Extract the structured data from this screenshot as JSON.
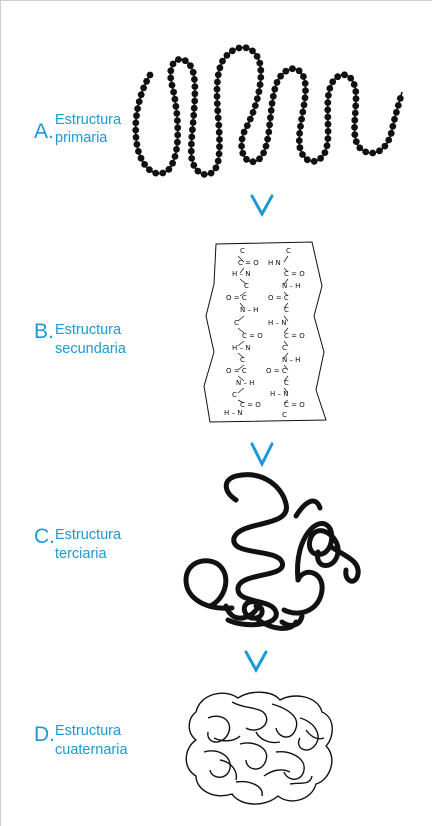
{
  "colors": {
    "label": "#1a9ad6",
    "arrow": "#1a9ad6",
    "drawing": "#111111",
    "frame_line": "#cfcfcf"
  },
  "stages": [
    {
      "letter": "A.",
      "line1": "Estructura",
      "line2": "primaria",
      "figure": "bead-chain-icon"
    },
    {
      "letter": "B.",
      "line1": "Estructura",
      "line2": "secundaria",
      "figure": "beta-sheet-icon"
    },
    {
      "letter": "C.",
      "line1": "Estructura",
      "line2": "terciaria",
      "figure": "folded-chain-icon"
    },
    {
      "letter": "D.",
      "line1": "Estructura",
      "line2": "cuaternaria",
      "figure": "protein-complex-icon"
    }
  ],
  "arrows": [
    "down-arrow-icon",
    "down-arrow-icon",
    "down-arrow-icon"
  ],
  "atoms": {
    "c": "C",
    "o": "O",
    "n": "N",
    "h": "H",
    "eq": "=",
    "dash": "–"
  }
}
